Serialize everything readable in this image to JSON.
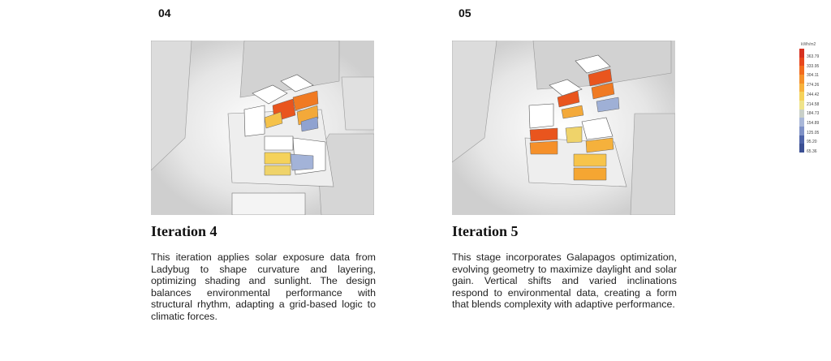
{
  "iterations": [
    {
      "number": "04",
      "title": "Iteration 4",
      "description": "This iteration applies solar exposure data from Ladybug to shape curvature and layering, optimizing shading and sunlight. The design balances environmental performance with structural rhythm, adapting a grid-based logic to climatic forces."
    },
    {
      "number": "05",
      "title": "Iteration 5",
      "description": "This stage incorporates Galapagos optimization, evolving geometry to maximize daylight and solar gain. Vertical shifts and varied inclinations respond to environmental data, creating a form that blends complexity with adaptive performance."
    }
  ],
  "legend": {
    "unit": "kWh/m2",
    "values": [
      "363.79",
      "333.95",
      "304.11",
      "274.26",
      "244.42",
      "214.58",
      "184.73",
      "154.89",
      "125.05",
      "95.20",
      "65.36"
    ],
    "colors": [
      "#d7301f",
      "#e8471c",
      "#f26b1d",
      "#f5902a",
      "#f7b13c",
      "#f5d25a",
      "#efe38a",
      "#c9d0c8",
      "#a9b7d8",
      "#7f91c6",
      "#4e63a8",
      "#3b4f93"
    ]
  }
}
